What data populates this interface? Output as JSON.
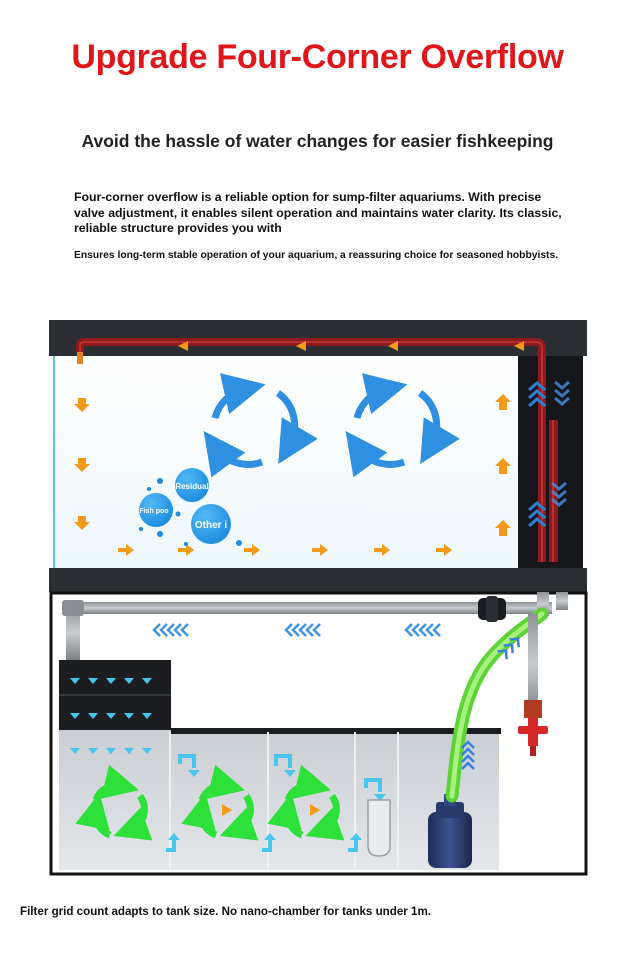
{
  "header": {
    "title": "Upgrade Four-Corner Overflow",
    "subtitle": "Avoid the hassle of water changes for easier fishkeeping"
  },
  "body": {
    "description": "Four-corner overflow is a reliable option for sump-filter aquariums. With precise valve adjustment, it enables silent operation and maintains water clarity. Its classic, reliable structure provides you with",
    "assurance": "Ensures long-term stable operation of your aquarium, a reassuring choice for seasoned hobbyists."
  },
  "diagram": {
    "bubbles": [
      "Residual",
      "Fish poo",
      "Other i"
    ],
    "colors": {
      "red_pipe": "#8e1a1e",
      "orange_arrow": "#f39a1b",
      "blue_swirl": "#2f8fe0",
      "green_swirl": "#2ee03a",
      "green_hose": "#8fe36a",
      "cyan_arrow": "#48c6ee",
      "valve_red": "#d4282a"
    }
  },
  "footer": {
    "note": "Filter grid count adapts to tank size. No nano-chamber for tanks under 1m."
  }
}
